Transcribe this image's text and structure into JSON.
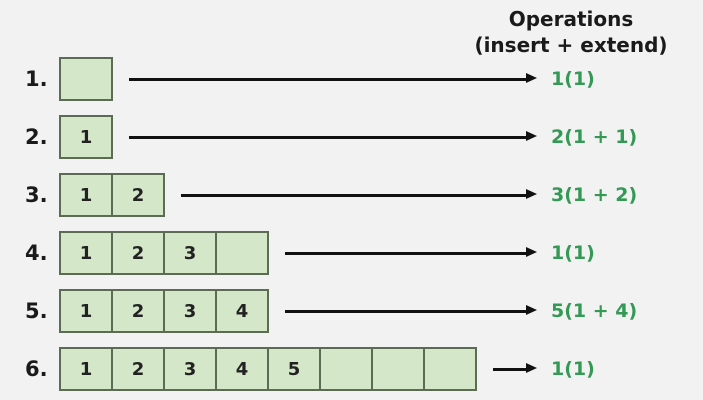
{
  "header": {
    "line1": "Operations",
    "line2": "(insert + extend)"
  },
  "colors": {
    "background": "#f2f2f2",
    "cell_fill": "#d4e7c8",
    "cell_border": "#5b6b54",
    "operations_green": "#339955",
    "text_black": "#1a1a1a"
  },
  "rows": [
    {
      "index": "1.",
      "cells": [
        ""
      ],
      "operations": "1(1)"
    },
    {
      "index": "2.",
      "cells": [
        "1"
      ],
      "operations": "2(1 + 1)"
    },
    {
      "index": "3.",
      "cells": [
        "1",
        "2"
      ],
      "operations": "3(1 + 2)"
    },
    {
      "index": "4.",
      "cells": [
        "1",
        "2",
        "3",
        ""
      ],
      "operations": "1(1)"
    },
    {
      "index": "5.",
      "cells": [
        "1",
        "2",
        "3",
        "4"
      ],
      "operations": "5(1 + 4)"
    },
    {
      "index": "6.",
      "cells": [
        "1",
        "2",
        "3",
        "4",
        "5",
        "",
        "",
        ""
      ],
      "operations": "1(1)"
    }
  ]
}
